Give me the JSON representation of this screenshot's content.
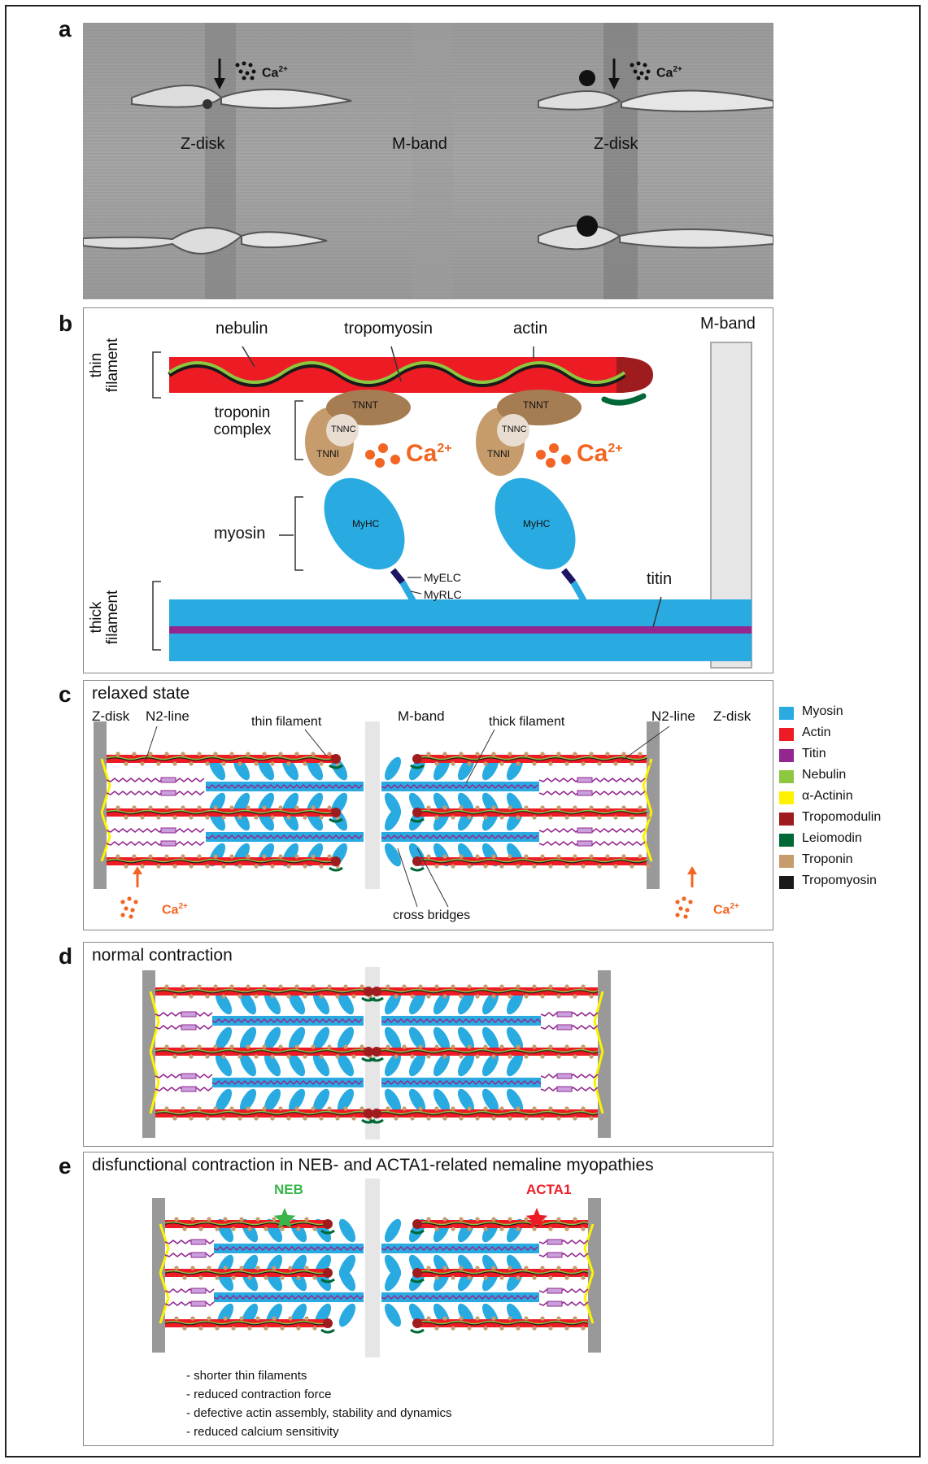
{
  "panel_a": {
    "letter": "a",
    "z_disk_left": "Z-disk",
    "m_band": "M-band",
    "z_disk_right": "Z-disk",
    "ca_left": "Ca",
    "ca_right": "Ca",
    "sup": "2+"
  },
  "panel_b": {
    "letter": "b",
    "thin_filament": "thin filament",
    "nebulin": "nebulin",
    "tropomyosin": "tropomyosin",
    "actin": "actin",
    "m_band": "M-band",
    "troponin_complex": "troponin complex",
    "tnnt": "TNNT",
    "tnnc": "TNNC",
    "tnni": "TNNI",
    "ca": "Ca",
    "sup": "2+",
    "myosin": "myosin",
    "myhc": "MyHC",
    "myelc": "MyELC",
    "myrlc": "MyRLC",
    "titin": "titin",
    "thick_filament": "thick filament"
  },
  "panel_c": {
    "letter": "c",
    "title": "relaxed state",
    "z_disk_left": "Z-disk",
    "n2_left": "N2-line",
    "thin_filament": "thin filament",
    "m_band": "M-band",
    "thick_filament": "thick filament",
    "n2_right": "N2-line",
    "z_disk_right": "Z-disk",
    "cross_bridges": "cross bridges",
    "ca": "Ca",
    "sup": "2+"
  },
  "panel_d": {
    "letter": "d",
    "title": "normal contraction"
  },
  "panel_e": {
    "letter": "e",
    "title": "disfunctional contraction in NEB- and ACTA1-related nemaline myopathies",
    "neb": "NEB",
    "acta1": "ACTA1",
    "notes": [
      "- shorter thin filaments",
      "- reduced contraction force",
      "- defective actin assembly, stability and dynamics",
      "- reduced calcium sensitivity"
    ]
  },
  "legend": [
    {
      "label": "Myosin",
      "color": "#29abe2"
    },
    {
      "label": "Actin",
      "color": "#ed1c24"
    },
    {
      "label": "Titin",
      "color": "#93278f"
    },
    {
      "label": "Nebulin",
      "color": "#8dc63f"
    },
    {
      "label": "α-Actinin",
      "color": "#fff200"
    },
    {
      "label": "Tropomodulin",
      "color": "#9e1b1e"
    },
    {
      "label": "Leiomodin",
      "color": "#006837"
    },
    {
      "label": "Troponin",
      "color": "#c69c6d"
    },
    {
      "label": "Tropomyosin",
      "color": "#1a1a1a"
    }
  ],
  "colors": {
    "myosin": "#29abe2",
    "actin": "#ed1c24",
    "titin": "#93278f",
    "nebulin": "#8dc63f",
    "actinin": "#fff200",
    "tropomodulin": "#9e1b1e",
    "leiomodin": "#006837",
    "troponin": "#c69c6d",
    "tropomyosin": "#1a1a1a",
    "calcium": "#f26522",
    "neb_star": "#39b54a",
    "acta1_star": "#ed1c24"
  }
}
